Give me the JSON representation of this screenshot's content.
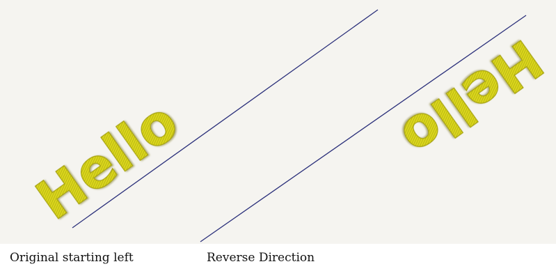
{
  "captions": {
    "left": "Original starting left",
    "right": "Reverse Direction"
  },
  "embroidery": {
    "left_text": "Hello",
    "right_text": "Hello",
    "thread_color": "#d8d41a",
    "thread_shadow": "#9a9610",
    "baseline_color": "#2a2f7a",
    "fabric_color": "#f5f4f0"
  }
}
